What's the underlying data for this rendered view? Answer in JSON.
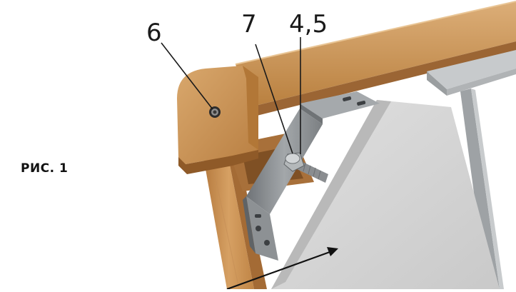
{
  "figure_label": "РИС. 1",
  "callouts": {
    "c6": "6",
    "c7": "7",
    "c45": "4,5"
  },
  "colors": {
    "wood_light": "#d7a46a",
    "wood_mid": "#c88f52",
    "wood_dark": "#9b6534",
    "metal": "#8d9194",
    "metal_dark": "#5f6366",
    "panel": "#d6d6d6",
    "panel_shadow": "#a9a9a9",
    "rail": "#c3c6c8"
  }
}
